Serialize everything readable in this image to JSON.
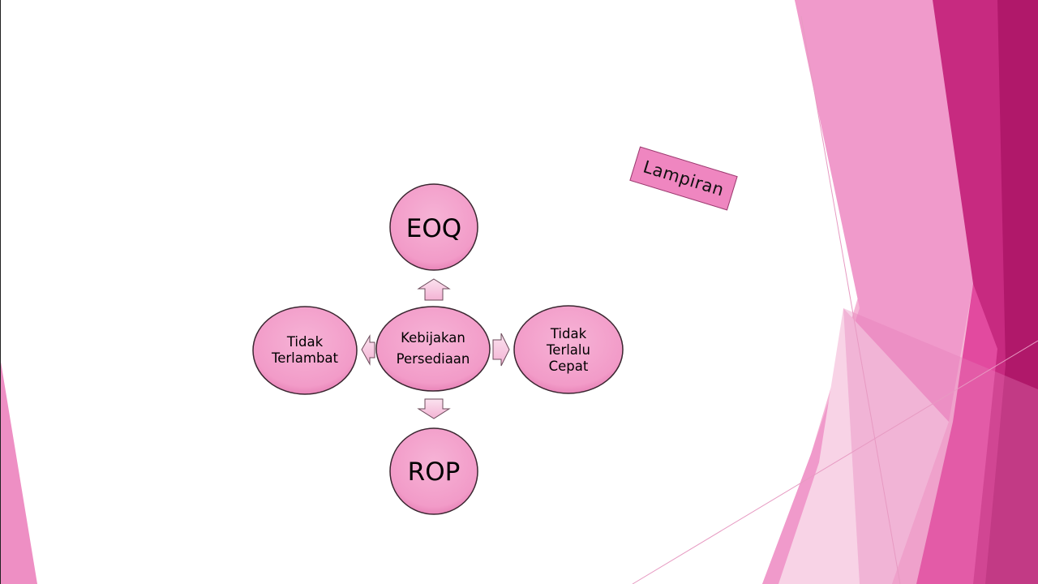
{
  "slide": {
    "tag_label": "Lampiran"
  },
  "diagram": {
    "center": {
      "lines": [
        "Kebijakan",
        "Persediaan"
      ]
    },
    "top": {
      "lines": [
        "EOQ"
      ]
    },
    "bottom": {
      "lines": [
        "ROP"
      ]
    },
    "left": {
      "lines": [
        "Tidak",
        "Terlambat"
      ]
    },
    "right": {
      "lines": [
        "Tidak",
        "Terlalu",
        "Cepat"
      ]
    }
  },
  "colors": {
    "node_fill": "#f29bc8",
    "node_stroke": "#4a2a3a",
    "arrow_fill": "#f7c6de",
    "accent_dark": "#b0186a",
    "accent_mid": "#e0449c",
    "accent_light": "#f29ccb"
  }
}
